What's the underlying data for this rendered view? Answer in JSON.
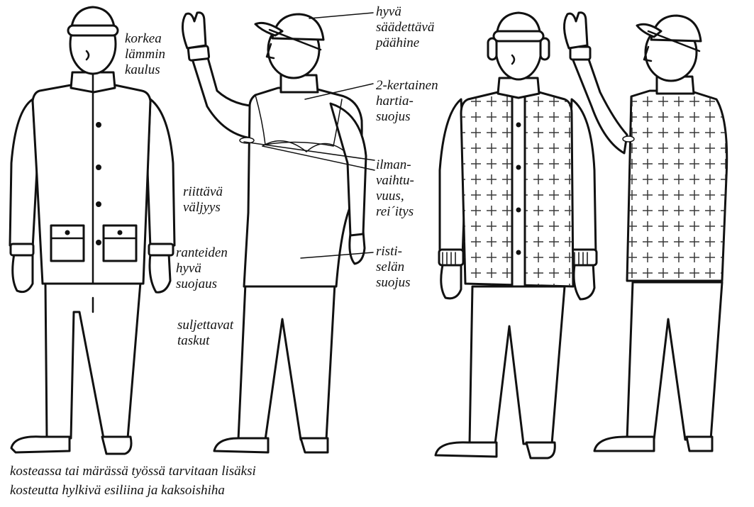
{
  "labels": {
    "collar": [
      "korkea",
      "lämmin",
      "kaulus"
    ],
    "headwear": [
      "hyvä",
      "säädettävä",
      "päähine"
    ],
    "shoulder": [
      "2-kertainen",
      "hartia-",
      "suojus"
    ],
    "fit": [
      "riittävä",
      "väljyys"
    ],
    "ventilation": [
      "ilman-",
      "vaihtu-",
      "vuus,",
      "rei´itys"
    ],
    "wrists": [
      "ranteiden",
      "hyvä",
      "suojaus"
    ],
    "back": [
      "risti-",
      "selän",
      "suojus"
    ],
    "pockets": [
      "suljettavat",
      "taskut"
    ]
  },
  "caption": [
    "kosteassa tai märässä työssä tarvitaan lisäksi",
    "kosteutta hylkivä esiliina ja kaksoishiha"
  ],
  "figures": [
    {
      "name": "front-view-jacket"
    },
    {
      "name": "side-view-jacket"
    },
    {
      "name": "front-view-quilted-vest"
    },
    {
      "name": "side-view-quilted-vest"
    }
  ]
}
